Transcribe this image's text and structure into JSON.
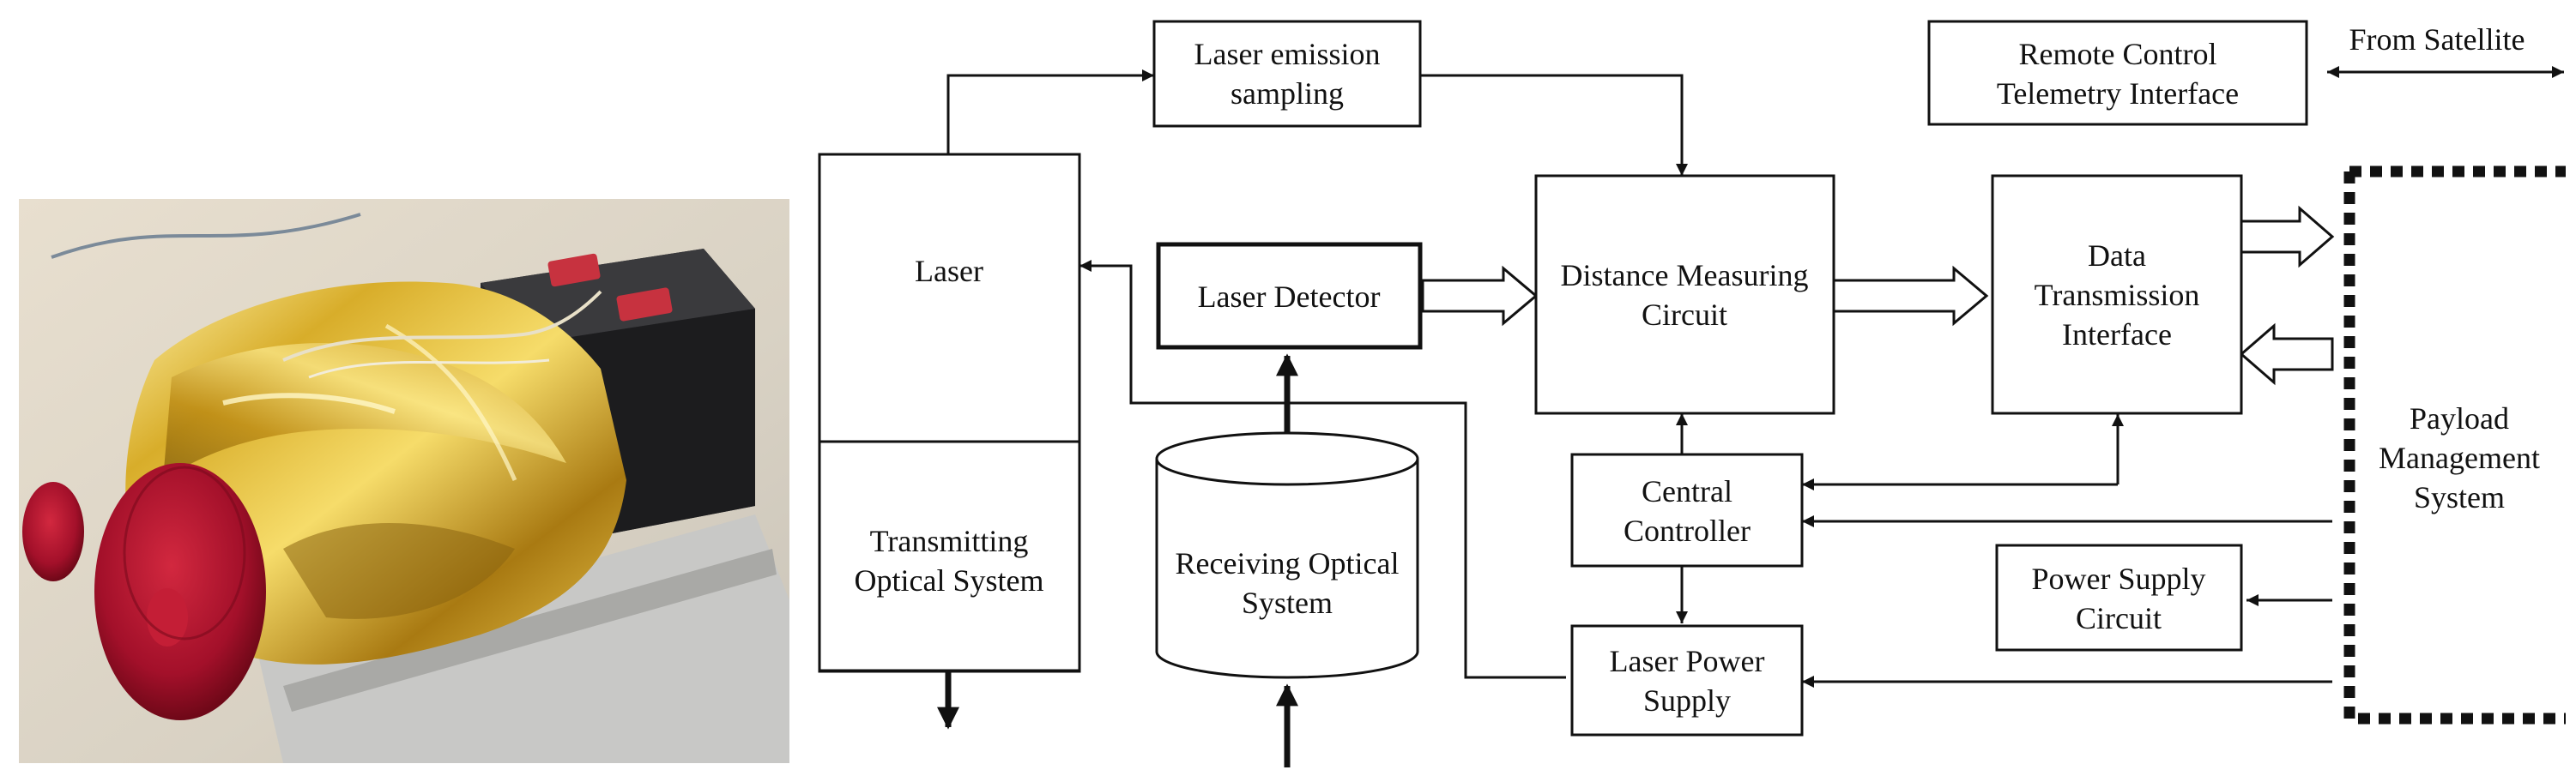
{
  "photo": {
    "subject": "laser-altimeter-payload-photo",
    "colors": {
      "foil_gold": "#d8ad2a",
      "foil_highlight": "#fff2a6",
      "lens_red": "#b8162c",
      "electronics_box": "#2a2a2c",
      "table": "#d9d2c4"
    }
  },
  "diagram": {
    "colors": {
      "line": "#111111",
      "box_fill": "#ffffff",
      "background": "#ffffff"
    },
    "blocks": {
      "laser_emission_sampling": [
        "Laser emission",
        "sampling"
      ],
      "laser": [
        "Laser"
      ],
      "laser_detector": [
        "Laser Detector"
      ],
      "receiving_optical_system": [
        "Receiving Optical",
        "System"
      ],
      "transmitting_optical_system": [
        "Transmitting",
        "Optical System"
      ],
      "distance_measuring_circuit": [
        "Distance Measuring",
        "Circuit"
      ],
      "central_controller": [
        "Central",
        "Controller"
      ],
      "laser_power_supply": [
        "Laser Power",
        "Supply"
      ],
      "remote_control_telemetry_interface": [
        "Remote Control",
        "Telemetry Interface"
      ],
      "data_transmission_interface": [
        "Data",
        "Transmission",
        "Interface"
      ],
      "power_supply_circuit": [
        "Power Supply",
        "Circuit"
      ],
      "payload_management_system": [
        "Payload",
        "Management",
        "System"
      ]
    },
    "labels": {
      "from_satellite": "From Satellite"
    }
  }
}
